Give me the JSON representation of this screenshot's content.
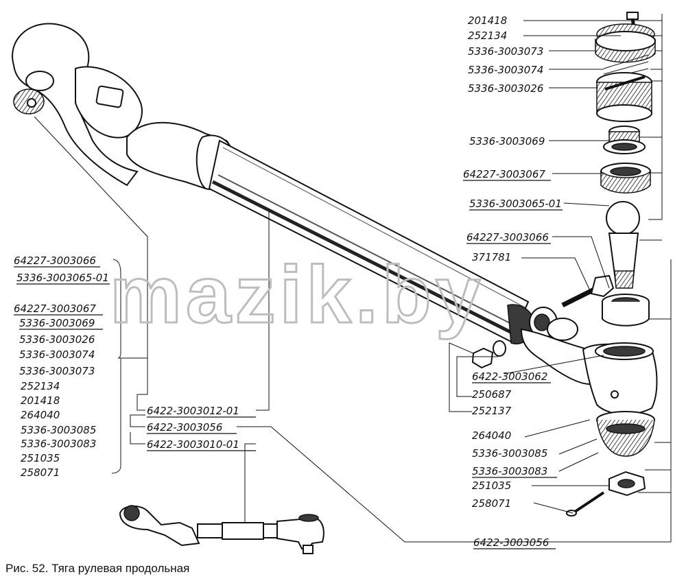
{
  "watermark": "mazik.by",
  "caption": "Рис. 52. Тяга рулевая продольная",
  "left_labels": [
    "64227-3003066",
    "5336-3003065-01",
    "64227-3003067",
    "5336-3003069",
    "5336-3003026",
    "5336-3003074",
    "5336-3003073",
    "252134",
    "201418",
    "264040",
    "5336-3003085",
    "5336-3003083",
    "251035",
    "258071"
  ],
  "center_labels": [
    "6422-3003012-01",
    "6422-3003056",
    "6422-3003010-01"
  ],
  "right_labels": [
    "201418",
    "252134",
    "5336-3003073",
    "5336-3003074",
    "5336-3003026",
    "5336-3003069",
    "64227-3003067",
    "5336-3003065-01",
    "64227-3003066",
    "371781",
    "6422-3003062",
    "250687",
    "252137",
    "264040",
    "5336-3003085",
    "5336-3003083",
    "251035",
    "258071",
    "6422-3003056"
  ]
}
